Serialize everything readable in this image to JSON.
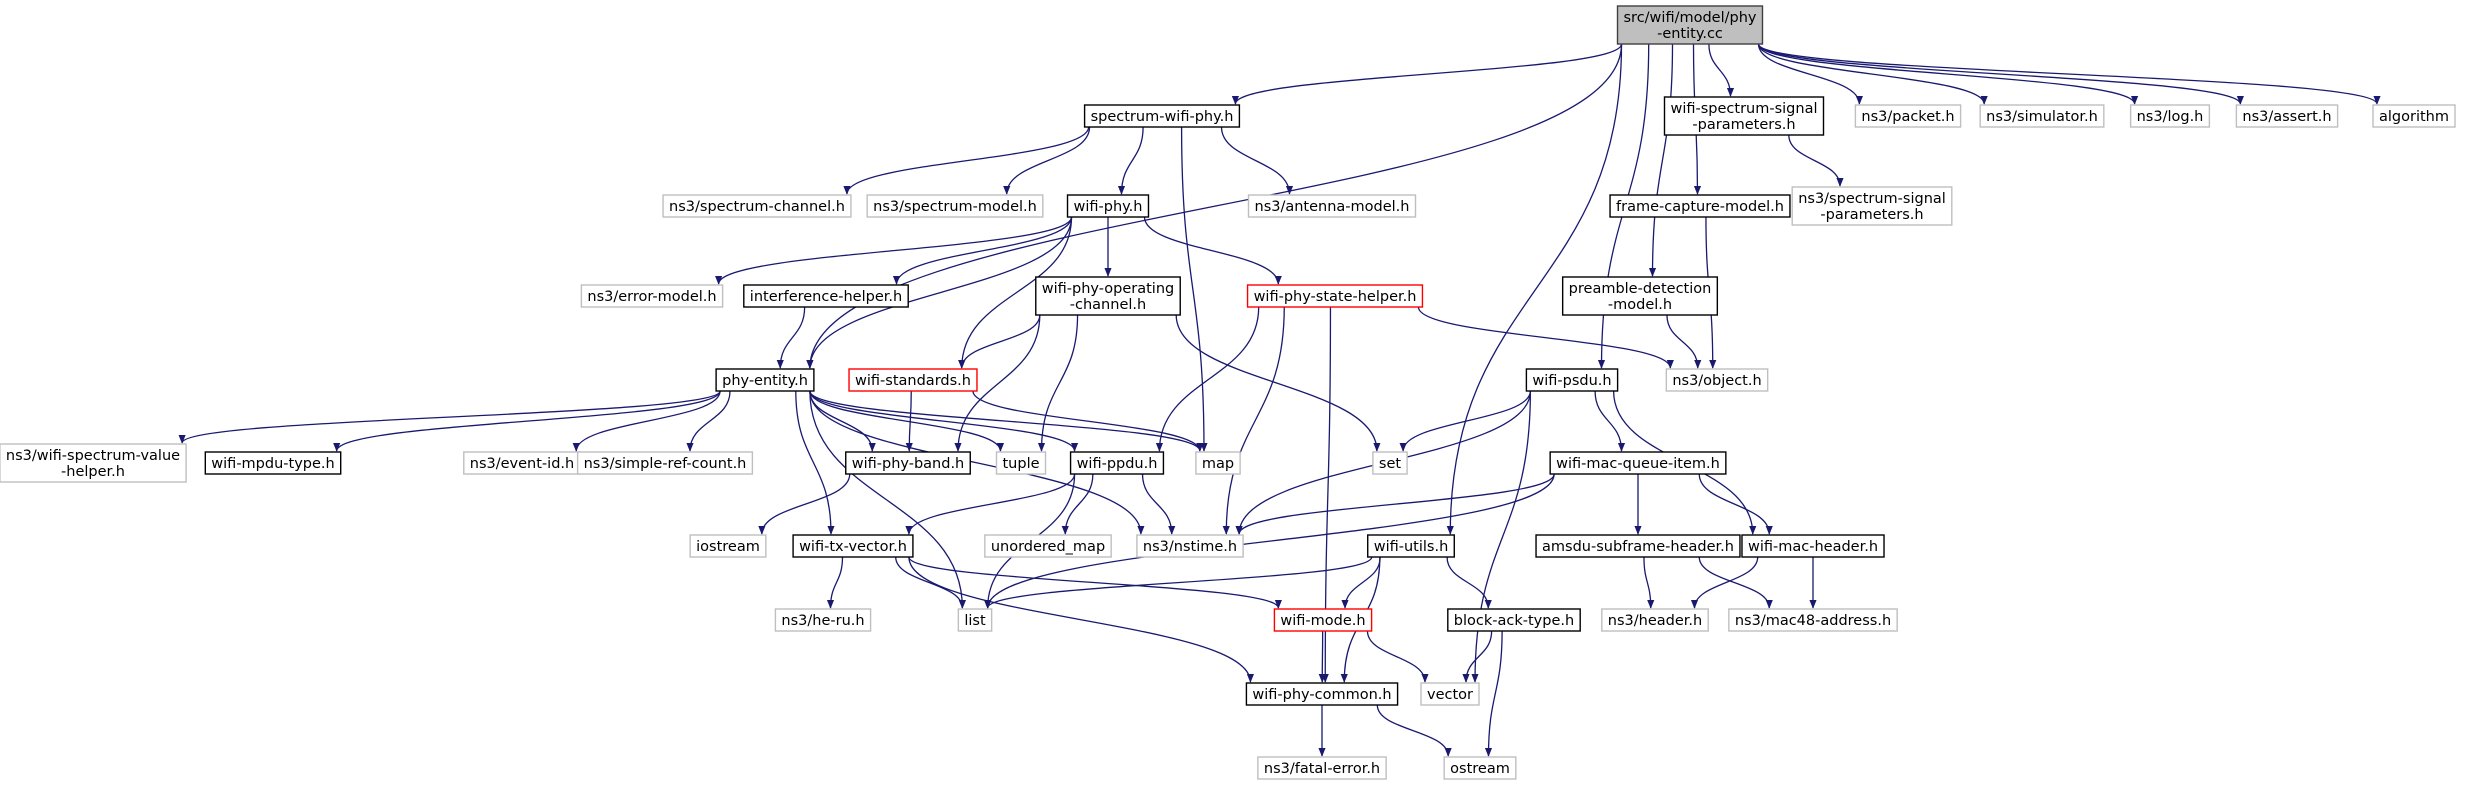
{
  "colors": {
    "edge": "#191970",
    "root_fill": "#bfbfbf",
    "root_border": "#404040",
    "documented_border": "#000000",
    "undocumented_border": "#bfbfbf",
    "truncated_border": "#ff0000",
    "background": "#ffffff",
    "text": "#000000"
  },
  "nodes": [
    {
      "id": "root",
      "lines": [
        "src/wifi/model/phy",
        "-entity.cc"
      ],
      "kind": "root"
    },
    {
      "id": "spectrum-wifi-phy",
      "lines": [
        "spectrum-wifi-phy.h"
      ],
      "kind": "documented"
    },
    {
      "id": "wifi-spectrum-signal-parameters",
      "lines": [
        "wifi-spectrum-signal",
        "-parameters.h"
      ],
      "kind": "documented"
    },
    {
      "id": "ns3-packet",
      "lines": [
        "ns3/packet.h"
      ],
      "kind": "external"
    },
    {
      "id": "ns3-simulator",
      "lines": [
        "ns3/simulator.h"
      ],
      "kind": "external"
    },
    {
      "id": "ns3-log",
      "lines": [
        "ns3/log.h"
      ],
      "kind": "external"
    },
    {
      "id": "ns3-assert",
      "lines": [
        "ns3/assert.h"
      ],
      "kind": "external"
    },
    {
      "id": "algorithm",
      "lines": [
        "algorithm"
      ],
      "kind": "external"
    },
    {
      "id": "ns3-spectrum-channel",
      "lines": [
        "ns3/spectrum-channel.h"
      ],
      "kind": "external"
    },
    {
      "id": "ns3-spectrum-model",
      "lines": [
        "ns3/spectrum-model.h"
      ],
      "kind": "external"
    },
    {
      "id": "wifi-phy",
      "lines": [
        "wifi-phy.h"
      ],
      "kind": "documented"
    },
    {
      "id": "ns3-antenna-model",
      "lines": [
        "ns3/antenna-model.h"
      ],
      "kind": "external"
    },
    {
      "id": "frame-capture-model",
      "lines": [
        "frame-capture-model.h"
      ],
      "kind": "documented"
    },
    {
      "id": "ns3-spectrum-signal-parameters",
      "lines": [
        "ns3/spectrum-signal",
        "-parameters.h"
      ],
      "kind": "external"
    },
    {
      "id": "ns3-error-model",
      "lines": [
        "ns3/error-model.h"
      ],
      "kind": "external"
    },
    {
      "id": "interference-helper",
      "lines": [
        "interference-helper.h"
      ],
      "kind": "documented"
    },
    {
      "id": "wifi-phy-operating-channel",
      "lines": [
        "wifi-phy-operating",
        "-channel.h"
      ],
      "kind": "documented"
    },
    {
      "id": "wifi-phy-state-helper",
      "lines": [
        "wifi-phy-state-helper.h"
      ],
      "kind": "truncated"
    },
    {
      "id": "preamble-detection-model",
      "lines": [
        "preamble-detection",
        "-model.h"
      ],
      "kind": "documented"
    },
    {
      "id": "phy-entity",
      "lines": [
        "phy-entity.h"
      ],
      "kind": "documented"
    },
    {
      "id": "wifi-standards",
      "lines": [
        "wifi-standards.h"
      ],
      "kind": "truncated"
    },
    {
      "id": "wifi-psdu",
      "lines": [
        "wifi-psdu.h"
      ],
      "kind": "documented"
    },
    {
      "id": "ns3-object",
      "lines": [
        "ns3/object.h"
      ],
      "kind": "external"
    },
    {
      "id": "ns3-wifi-spectrum-value-helper",
      "lines": [
        "ns3/wifi-spectrum-value",
        "-helper.h"
      ],
      "kind": "external"
    },
    {
      "id": "wifi-mpdu-type",
      "lines": [
        "wifi-mpdu-type.h"
      ],
      "kind": "documented"
    },
    {
      "id": "ns3-event-id",
      "lines": [
        "ns3/event-id.h"
      ],
      "kind": "external"
    },
    {
      "id": "ns3-simple-ref-count",
      "lines": [
        "ns3/simple-ref-count.h"
      ],
      "kind": "external"
    },
    {
      "id": "wifi-phy-band",
      "lines": [
        "wifi-phy-band.h"
      ],
      "kind": "documented"
    },
    {
      "id": "tuple",
      "lines": [
        "tuple"
      ],
      "kind": "external"
    },
    {
      "id": "wifi-ppdu",
      "lines": [
        "wifi-ppdu.h"
      ],
      "kind": "documented"
    },
    {
      "id": "map",
      "lines": [
        "map"
      ],
      "kind": "external"
    },
    {
      "id": "set",
      "lines": [
        "set"
      ],
      "kind": "external"
    },
    {
      "id": "wifi-mac-queue-item",
      "lines": [
        "wifi-mac-queue-item.h"
      ],
      "kind": "documented"
    },
    {
      "id": "iostream",
      "lines": [
        "iostream"
      ],
      "kind": "external"
    },
    {
      "id": "wifi-tx-vector",
      "lines": [
        "wifi-tx-vector.h"
      ],
      "kind": "documented"
    },
    {
      "id": "unordered-map",
      "lines": [
        "unordered_map"
      ],
      "kind": "external"
    },
    {
      "id": "ns3-nstime",
      "lines": [
        "ns3/nstime.h"
      ],
      "kind": "external"
    },
    {
      "id": "wifi-utils",
      "lines": [
        "wifi-utils.h"
      ],
      "kind": "documented"
    },
    {
      "id": "amsdu-subframe-header",
      "lines": [
        "amsdu-subframe-header.h"
      ],
      "kind": "documented"
    },
    {
      "id": "wifi-mac-header",
      "lines": [
        "wifi-mac-header.h"
      ],
      "kind": "documented"
    },
    {
      "id": "ns3-he-ru",
      "lines": [
        "ns3/he-ru.h"
      ],
      "kind": "external"
    },
    {
      "id": "list",
      "lines": [
        "list"
      ],
      "kind": "external"
    },
    {
      "id": "wifi-mode",
      "lines": [
        "wifi-mode.h"
      ],
      "kind": "truncated"
    },
    {
      "id": "block-ack-type",
      "lines": [
        "block-ack-type.h"
      ],
      "kind": "documented"
    },
    {
      "id": "ns3-header",
      "lines": [
        "ns3/header.h"
      ],
      "kind": "external"
    },
    {
      "id": "ns3-mac48-address",
      "lines": [
        "ns3/mac48-address.h"
      ],
      "kind": "external"
    },
    {
      "id": "wifi-phy-common",
      "lines": [
        "wifi-phy-common.h"
      ],
      "kind": "documented"
    },
    {
      "id": "vector",
      "lines": [
        "vector"
      ],
      "kind": "external"
    },
    {
      "id": "ns3-fatal-error",
      "lines": [
        "ns3/fatal-error.h"
      ],
      "kind": "external"
    },
    {
      "id": "ostream",
      "lines": [
        "ostream"
      ],
      "kind": "external"
    }
  ],
  "edges": [
    [
      "root",
      "spectrum-wifi-phy"
    ],
    [
      "root",
      "phy-entity"
    ],
    [
      "root",
      "wifi-psdu"
    ],
    [
      "root",
      "wifi-spectrum-signal-parameters"
    ],
    [
      "root",
      "ns3-packet"
    ],
    [
      "root",
      "ns3-simulator"
    ],
    [
      "root",
      "ns3-log"
    ],
    [
      "root",
      "ns3-assert"
    ],
    [
      "root",
      "algorithm"
    ],
    [
      "root",
      "frame-capture-model"
    ],
    [
      "root",
      "preamble-detection-model"
    ],
    [
      "root",
      "wifi-utils"
    ],
    [
      "spectrum-wifi-phy",
      "ns3-spectrum-channel"
    ],
    [
      "spectrum-wifi-phy",
      "ns3-spectrum-model"
    ],
    [
      "spectrum-wifi-phy",
      "wifi-phy"
    ],
    [
      "spectrum-wifi-phy",
      "ns3-antenna-model"
    ],
    [
      "spectrum-wifi-phy",
      "map"
    ],
    [
      "wifi-phy",
      "ns3-error-model"
    ],
    [
      "wifi-phy",
      "interference-helper"
    ],
    [
      "wifi-phy",
      "phy-entity"
    ],
    [
      "wifi-phy",
      "wifi-standards"
    ],
    [
      "wifi-phy",
      "wifi-phy-operating-channel"
    ],
    [
      "wifi-phy",
      "wifi-phy-state-helper"
    ],
    [
      "interference-helper",
      "phy-entity"
    ],
    [
      "wifi-phy-operating-channel",
      "wifi-standards"
    ],
    [
      "wifi-phy-operating-channel",
      "wifi-phy-band"
    ],
    [
      "wifi-phy-operating-channel",
      "tuple"
    ],
    [
      "wifi-phy-operating-channel",
      "set"
    ],
    [
      "wifi-phy-state-helper",
      "wifi-ppdu"
    ],
    [
      "wifi-phy-state-helper",
      "ns3-nstime"
    ],
    [
      "wifi-phy-state-helper",
      "wifi-phy-common"
    ],
    [
      "wifi-phy-state-helper",
      "ns3-object"
    ],
    [
      "wifi-spectrum-signal-parameters",
      "ns3-spectrum-signal-parameters"
    ],
    [
      "frame-capture-model",
      "ns3-object"
    ],
    [
      "preamble-detection-model",
      "ns3-object"
    ],
    [
      "wifi-standards",
      "wifi-phy-band"
    ],
    [
      "wifi-standards",
      "map"
    ],
    [
      "phy-entity",
      "ns3-wifi-spectrum-value-helper"
    ],
    [
      "phy-entity",
      "wifi-mpdu-type"
    ],
    [
      "phy-entity",
      "ns3-event-id"
    ],
    [
      "phy-entity",
      "ns3-simple-ref-count"
    ],
    [
      "phy-entity",
      "wifi-phy-band"
    ],
    [
      "phy-entity",
      "tuple"
    ],
    [
      "phy-entity",
      "wifi-ppdu"
    ],
    [
      "phy-entity",
      "map"
    ],
    [
      "phy-entity",
      "wifi-tx-vector"
    ],
    [
      "phy-entity",
      "ns3-nstime"
    ],
    [
      "phy-entity",
      "list"
    ],
    [
      "wifi-phy-band",
      "iostream"
    ],
    [
      "wifi-ppdu",
      "wifi-tx-vector"
    ],
    [
      "wifi-ppdu",
      "unordered-map"
    ],
    [
      "wifi-ppdu",
      "ns3-nstime"
    ],
    [
      "wifi-ppdu",
      "list"
    ],
    [
      "wifi-psdu",
      "set"
    ],
    [
      "wifi-psdu",
      "ns3-nstime"
    ],
    [
      "wifi-psdu",
      "wifi-mac-queue-item"
    ],
    [
      "wifi-psdu",
      "wifi-mac-header"
    ],
    [
      "wifi-psdu",
      "vector"
    ],
    [
      "wifi-mac-queue-item",
      "ns3-nstime"
    ],
    [
      "wifi-mac-queue-item",
      "list"
    ],
    [
      "wifi-mac-queue-item",
      "amsdu-subframe-header"
    ],
    [
      "wifi-mac-queue-item",
      "wifi-mac-header"
    ],
    [
      "amsdu-subframe-header",
      "ns3-header"
    ],
    [
      "amsdu-subframe-header",
      "ns3-mac48-address"
    ],
    [
      "wifi-mac-header",
      "ns3-header"
    ],
    [
      "wifi-mac-header",
      "ns3-mac48-address"
    ],
    [
      "wifi-tx-vector",
      "ns3-he-ru"
    ],
    [
      "wifi-tx-vector",
      "list"
    ],
    [
      "wifi-tx-vector",
      "wifi-mode"
    ],
    [
      "wifi-tx-vector",
      "wifi-phy-common"
    ],
    [
      "wifi-utils",
      "list"
    ],
    [
      "wifi-utils",
      "wifi-mode"
    ],
    [
      "wifi-utils",
      "block-ack-type"
    ],
    [
      "wifi-utils",
      "wifi-phy-common"
    ],
    [
      "wifi-mode",
      "wifi-phy-common"
    ],
    [
      "wifi-mode",
      "vector"
    ],
    [
      "block-ack-type",
      "vector"
    ],
    [
      "block-ack-type",
      "ostream"
    ],
    [
      "wifi-phy-common",
      "ns3-fatal-error"
    ],
    [
      "wifi-phy-common",
      "ostream"
    ]
  ]
}
